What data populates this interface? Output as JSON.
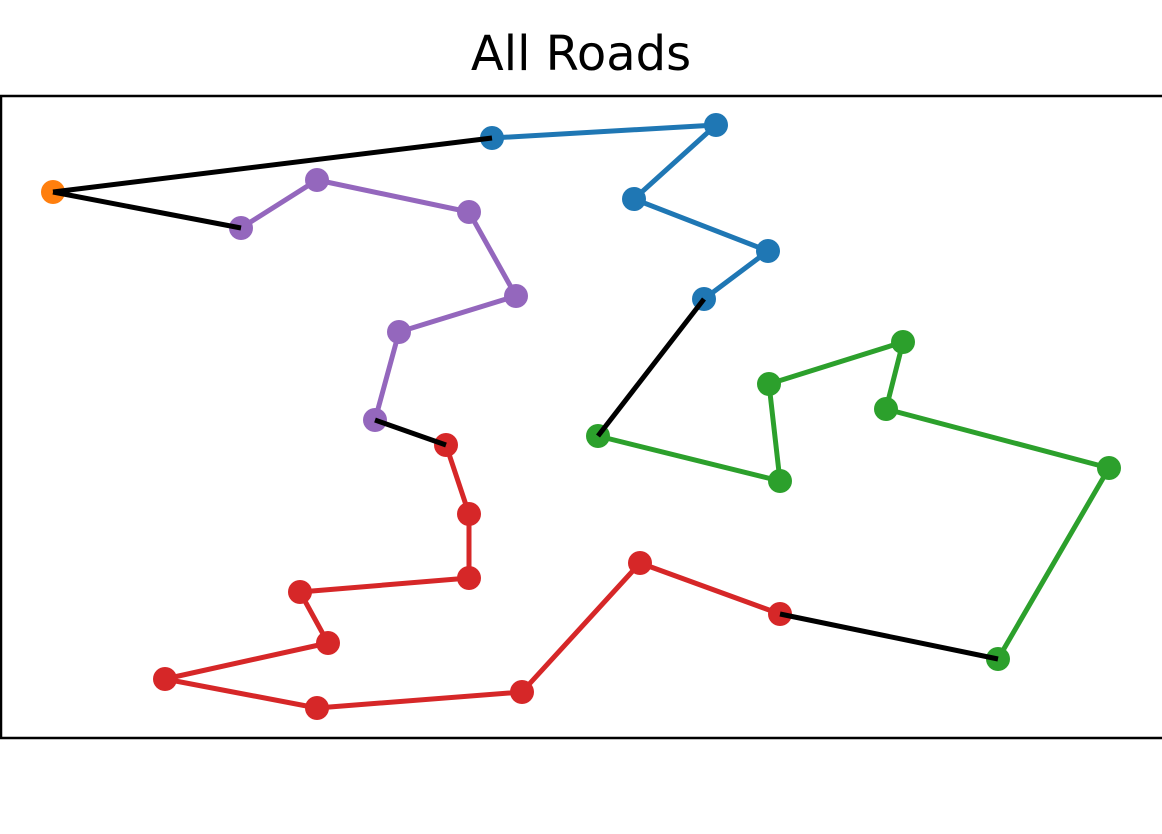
{
  "chart_data": {
    "type": "line",
    "title": "All Roads",
    "xlabel": "",
    "ylabel": "",
    "xlim": [
      0,
      1162
    ],
    "ylim": [
      96,
      738
    ],
    "y_inverted": true,
    "grid": false,
    "axes_ticks": false,
    "depot": {
      "x": 53,
      "y": 192,
      "color": "#ff7f0e"
    },
    "connector_color": "#000000",
    "series": [
      {
        "color": "#1f77b4",
        "points": [
          [
            492,
            138
          ],
          [
            716,
            125
          ],
          [
            634,
            199
          ],
          [
            768,
            251
          ],
          [
            704,
            299
          ]
        ]
      },
      {
        "color": "#2ca02c",
        "points": [
          [
            598,
            436
          ],
          [
            780,
            481
          ],
          [
            769,
            384
          ],
          [
            903,
            342
          ],
          [
            886,
            409
          ],
          [
            1109,
            468
          ],
          [
            998,
            659
          ]
        ]
      },
      {
        "color": "#d62728",
        "points": [
          [
            780,
            614
          ],
          [
            640,
            563
          ],
          [
            522,
            692
          ],
          [
            317,
            708
          ],
          [
            165,
            679
          ],
          [
            328,
            643
          ],
          [
            300,
            592
          ],
          [
            469,
            578
          ],
          [
            469,
            514
          ],
          [
            446,
            445
          ]
        ]
      },
      {
        "color": "#9467bd",
        "points": [
          [
            375,
            420
          ],
          [
            399,
            332
          ],
          [
            516,
            296
          ],
          [
            469,
            212
          ],
          [
            317,
            180
          ],
          [
            241,
            228
          ]
        ]
      }
    ],
    "connectors": [
      [
        [
          53,
          192
        ],
        [
          492,
          138
        ]
      ],
      [
        [
          704,
          299
        ],
        [
          598,
          436
        ]
      ],
      [
        [
          998,
          659
        ],
        [
          780,
          614
        ]
      ],
      [
        [
          446,
          445
        ],
        [
          375,
          420
        ]
      ],
      [
        [
          241,
          228
        ],
        [
          53,
          192
        ]
      ]
    ]
  }
}
